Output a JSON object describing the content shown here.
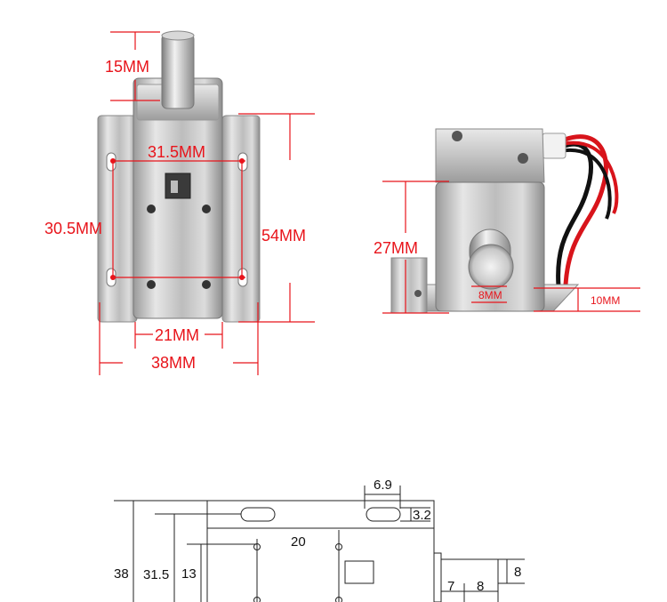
{
  "colors": {
    "dimension_red": "#e8141b",
    "metal": "#c9c9c9",
    "wire_red": "#d8141b",
    "wire_black": "#111111"
  },
  "photo_front": {
    "dims": {
      "pin": "15MM",
      "hole_spacing_horizontal": "31.5MM",
      "hole_spacing_vertical": "30.5MM",
      "height": "54MM",
      "body_width": "21MM",
      "total_width": "38MM"
    }
  },
  "photo_side": {
    "dims": {
      "height": "27MM",
      "pin": "8MM",
      "base": "10MM"
    }
  },
  "drawing": {
    "dims": {
      "total_height": "38",
      "hole_height": "31.5",
      "inner_height": "13",
      "hole_spacing": "20",
      "slot_length": "6.9",
      "slot_width": "3.2",
      "pin_height": "8",
      "pin_offset": "7",
      "pin_length": "8"
    }
  }
}
